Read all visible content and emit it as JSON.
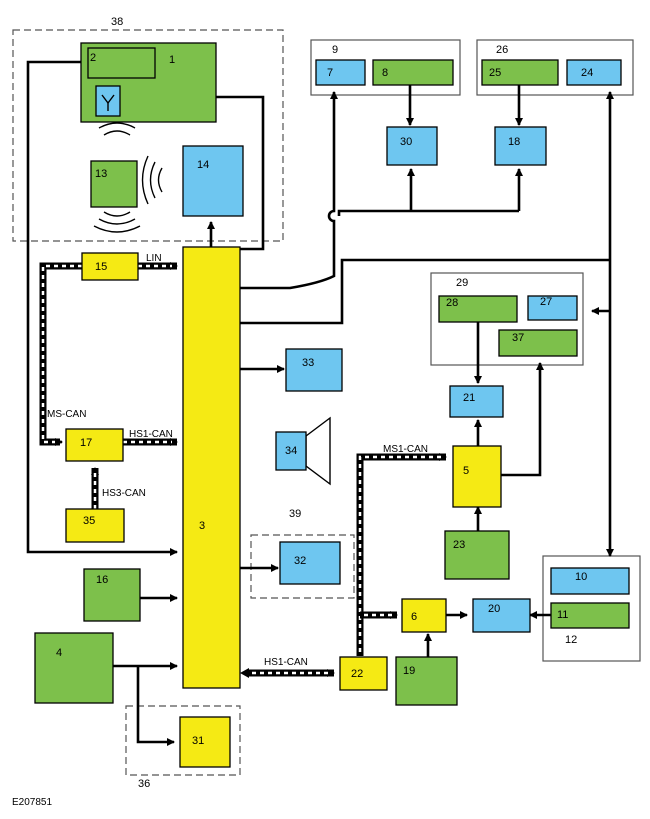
{
  "figure_id": "E207851",
  "group_labels": {
    "g38": "38",
    "g9": "9",
    "g26": "26",
    "g29": "29",
    "g39": "39",
    "g12": "12",
    "g36": "36"
  },
  "nodes": {
    "n1": "1",
    "n2": "2",
    "n3": "3",
    "n4": "4",
    "n5": "5",
    "n6": "6",
    "n7": "7",
    "n8": "8",
    "n10": "10",
    "n11": "11",
    "n13": "13",
    "n14": "14",
    "n15": "15",
    "n16": "16",
    "n17": "17",
    "n18": "18",
    "n19": "19",
    "n20": "20",
    "n21": "21",
    "n22": "22",
    "n23": "23",
    "n24": "24",
    "n25": "25",
    "n27": "27",
    "n28": "28",
    "n30": "30",
    "n31": "31",
    "n32": "32",
    "n33": "33",
    "n34": "34",
    "n35": "35",
    "n37": "37"
  },
  "bus_labels": {
    "lin": "LIN",
    "ms_can": "MS-CAN",
    "hs1_can_top": "HS1-CAN",
    "hs3_can": "HS3-CAN",
    "ms1_can": "MS1-CAN",
    "hs1_can_bottom": "HS1-CAN"
  },
  "colors": {
    "green": "#7dc04b",
    "blue": "#6ec6f0",
    "yellow": "#f5ea14",
    "line": "#000000",
    "dashed_bus": "#ffffff"
  }
}
